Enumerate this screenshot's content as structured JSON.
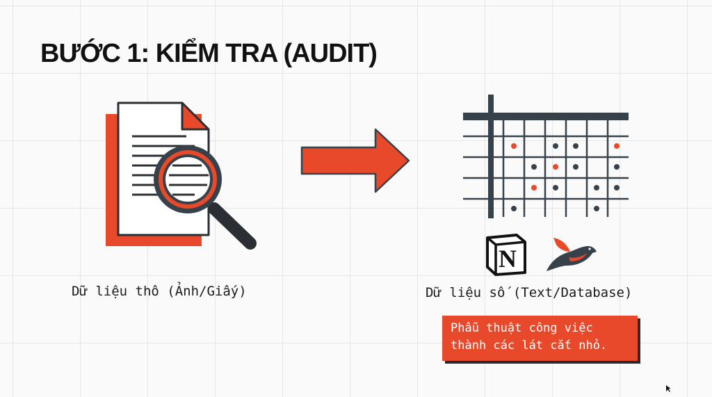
{
  "title": "BƯỚC 1: KIỂM TRA (AUDIT)",
  "raw": {
    "caption": "Dữ liệu thô (Ảnh/Giấy)",
    "icons": [
      "document-icon",
      "magnifier-icon"
    ]
  },
  "arrow_icon": "arrow-right-icon",
  "digital": {
    "caption": "Dữ liệu số (Text/Database)",
    "icons": [
      "data-grid-icon",
      "notion-logo",
      "bird-logo"
    ],
    "notion_letter": "N"
  },
  "note": {
    "line1": "Phẫu thuật công việc",
    "line2": "thành các lát cắt nhỏ."
  },
  "colors": {
    "accent": "#e8492a",
    "dark": "#37414a",
    "ink": "#111111",
    "background": "#fafafa"
  }
}
